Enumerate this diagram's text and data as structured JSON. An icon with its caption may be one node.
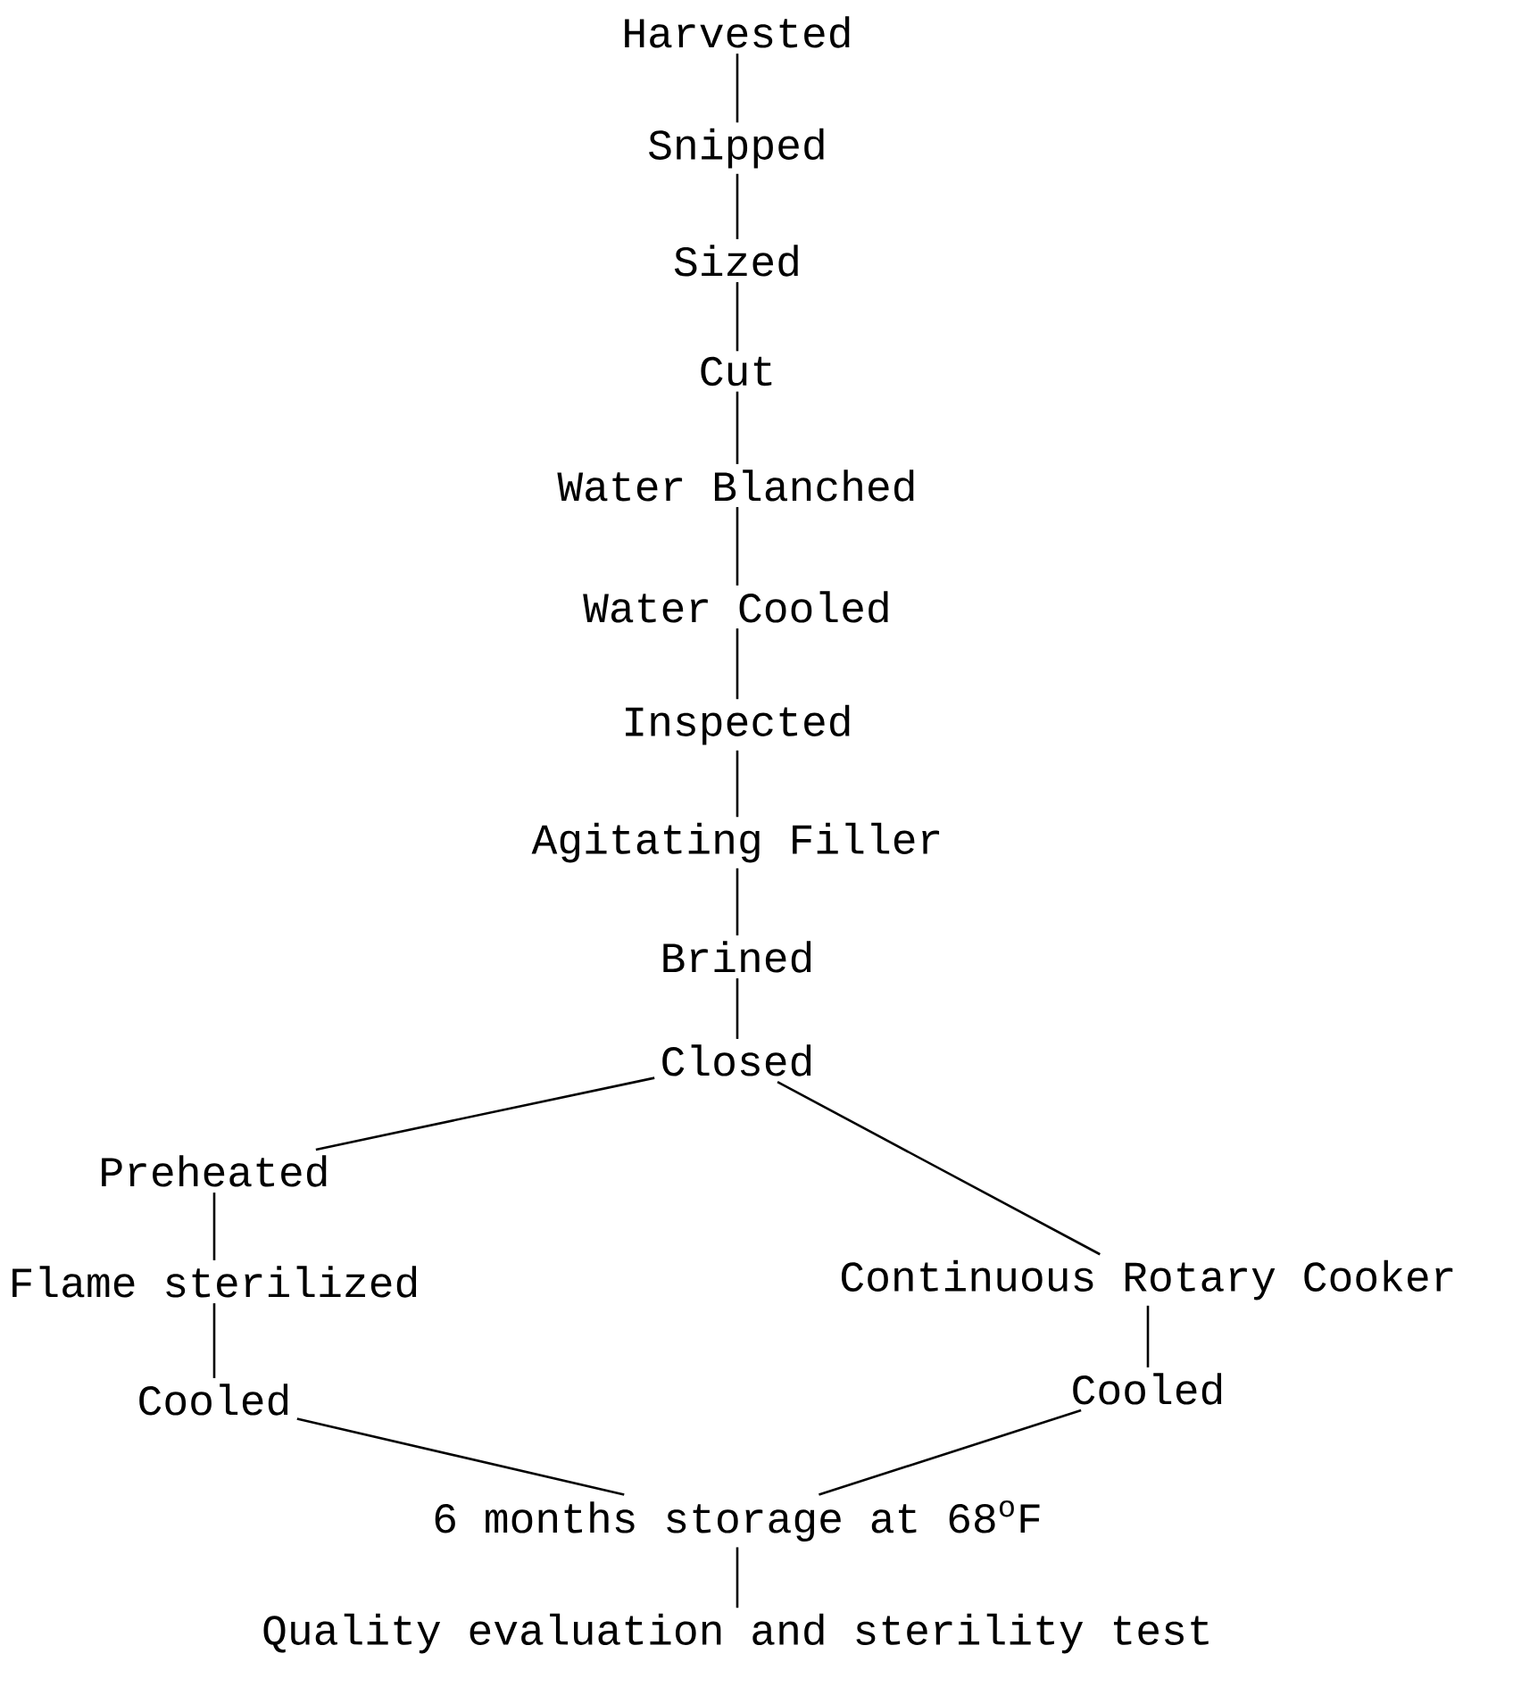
{
  "diagram": {
    "nodes": [
      {
        "text": [
          "Harvested"
        ]
      },
      {
        "text": [
          "Snipped"
        ]
      },
      {
        "text": [
          "Sized"
        ]
      },
      {
        "text": [
          "Cut"
        ]
      },
      {
        "text": [
          "Water Blanched"
        ]
      },
      {
        "text": [
          "Water Cooled"
        ]
      },
      {
        "text": [
          "Inspected"
        ]
      },
      {
        "text": [
          "Agitating Filler"
        ]
      },
      {
        "text": [
          "Brined"
        ]
      },
      {
        "text": [
          "Closed"
        ]
      },
      {
        "text": [
          "Preheated"
        ]
      },
      {
        "text": [
          "Flame sterilized"
        ]
      },
      {
        "text": [
          "Cooled"
        ]
      },
      {
        "text": [
          "Continuous Rotary Cooker"
        ]
      },
      {
        "text": [
          "Cooled"
        ]
      },
      {
        "text": [
          "6 months storage at 68$^{o}$F"
        ]
      },
      {
        "text": [
          "Quality evaluation and sterility test"
        ]
      }
    ],
    "edges": [
      {
        "from": 0,
        "to": 1,
        "arrow": "none"
      },
      {
        "from": 1,
        "to": 2,
        "arrow": "none"
      },
      {
        "from": 2,
        "to": 3,
        "arrow": "none"
      },
      {
        "from": 3,
        "to": 4,
        "arrow": "none"
      },
      {
        "from": 4,
        "to": 5,
        "arrow": "none"
      },
      {
        "from": 5,
        "to": 6,
        "arrow": "none"
      },
      {
        "from": 6,
        "to": 7,
        "arrow": "none"
      },
      {
        "from": 7,
        "to": 8,
        "arrow": "none"
      },
      {
        "from": 8,
        "to": 9,
        "arrow": "none"
      },
      {
        "from": 9,
        "to": 10,
        "arrow": "none"
      },
      {
        "from": 9,
        "to": 13,
        "arrow": "none"
      },
      {
        "from": 10,
        "to": 11,
        "arrow": "none"
      },
      {
        "from": 11,
        "to": 12,
        "arrow": "none"
      },
      {
        "from": 13,
        "to": 14,
        "arrow": "none"
      },
      {
        "from": 12,
        "to": 15,
        "arrow": "none"
      },
      {
        "from": 14,
        "to": 15,
        "arrow": "none"
      },
      {
        "from": 15,
        "to": 16,
        "arrow": "none"
      }
    ]
  }
}
